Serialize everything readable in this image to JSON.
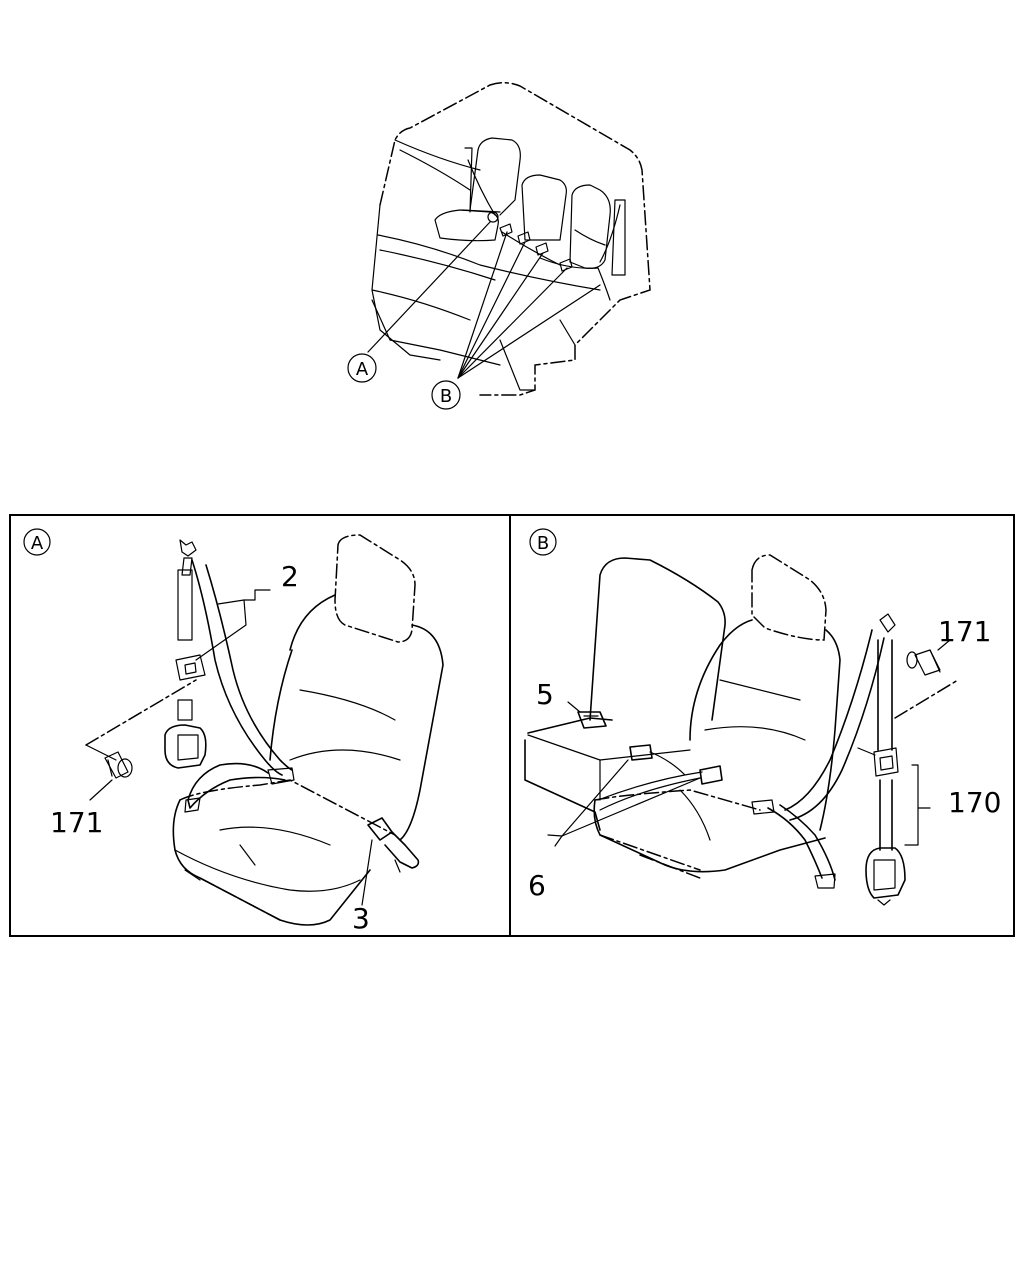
{
  "overview": {
    "callout_a": "A",
    "callout_b": "B"
  },
  "detail_a": {
    "tag": "A",
    "labels": {
      "part_2": "2",
      "part_3": "3",
      "part_171": "171"
    }
  },
  "detail_b": {
    "tag": "B",
    "labels": {
      "part_5": "5",
      "part_6": "6",
      "part_170": "170",
      "part_171": "171"
    }
  }
}
